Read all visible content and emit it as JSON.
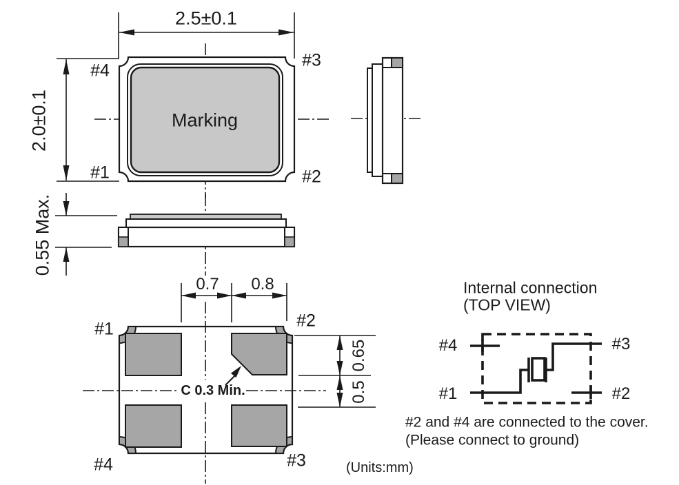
{
  "drawing": {
    "units_label": "(Units:mm)",
    "top_view": {
      "width_dim": "2.5±0.1",
      "height_dim": "2.0±0.1",
      "marking_label": "Marking",
      "pin1": "#1",
      "pin2": "#2",
      "pin3": "#3",
      "pin4": "#4"
    },
    "front_view": {
      "height_dim": "0.55 Max."
    },
    "land_pattern": {
      "dim_pitch_left": "0.7",
      "dim_pitch_right": "0.8",
      "dim_pad_height": "0.65",
      "dim_pad_gap": "0.5",
      "chamfer_note": "C 0.3 Min.",
      "pin1": "#1",
      "pin2": "#2",
      "pin3": "#3",
      "pin4": "#4"
    },
    "internal_connection": {
      "title": "Internal connection",
      "subtitle": "(TOP VIEW)",
      "pin1": "#1",
      "pin2": "#2",
      "pin3": "#3",
      "pin4": "#4",
      "note_line1": "#2 and #4 are connected to the cover.",
      "note_line2": "(Please connect to ground)"
    },
    "colors": {
      "line": "#1a1a1a",
      "marking_fill": "#c8c8c8",
      "pad_fill": "#a6a6a6",
      "lid_fill": "#c9c9c9"
    }
  }
}
